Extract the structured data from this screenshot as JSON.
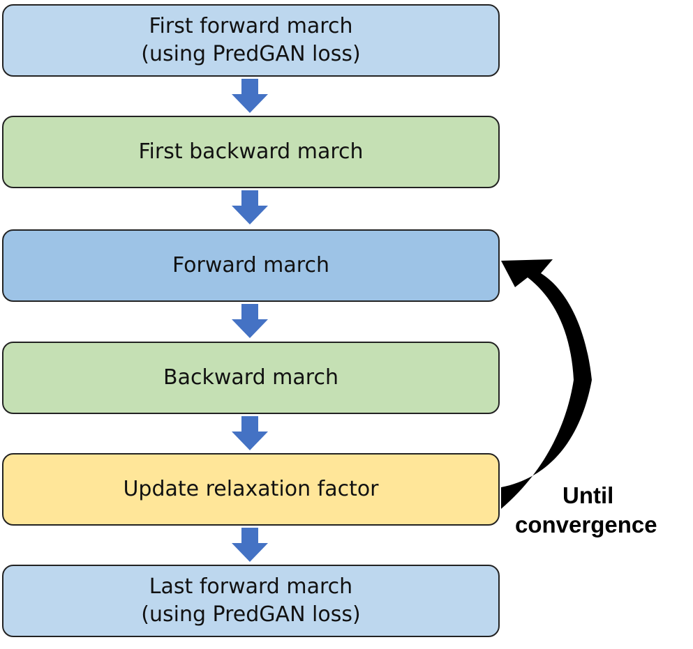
{
  "colors": {
    "light_blue": "#bdd7ee",
    "green": "#c5e0b4",
    "mid_blue": "#9dc3e6",
    "yellow": "#ffe699",
    "arrow": "#4472c4",
    "loop_arrow": "#000000"
  },
  "steps": [
    {
      "label": "First forward march\n(using PredGAN loss)",
      "color": "#bdd7ee"
    },
    {
      "label": "First backward march",
      "color": "#c5e0b4"
    },
    {
      "label": "Forward march",
      "color": "#9dc3e6"
    },
    {
      "label": "Backward march",
      "color": "#c5e0b4"
    },
    {
      "label": "Update relaxation factor",
      "color": "#ffe699"
    },
    {
      "label": "Last forward march\n(using PredGAN loss)",
      "color": "#bdd7ee"
    }
  ],
  "loop": {
    "label_line1": "Until",
    "label_line2": "convergence",
    "from_step": "Update relaxation factor",
    "to_step": "Forward march"
  }
}
